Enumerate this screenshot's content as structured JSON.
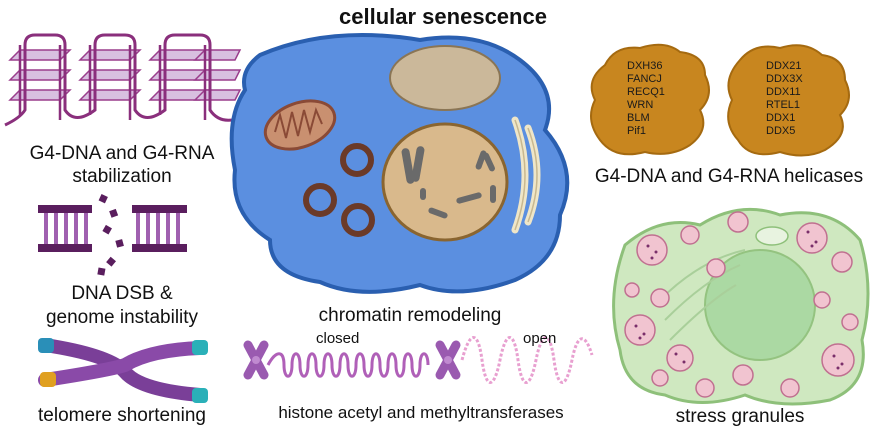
{
  "title": "cellular senescence",
  "labels": {
    "g4_stabilization_line1": "G4-DNA and G4-RNA",
    "g4_stabilization_line2": "stabilization",
    "dsb_line1": "DNA DSB &",
    "dsb_line2": "genome instability",
    "telomere": "telomere shortening",
    "chromatin": "chromatin remodeling",
    "closed": "closed",
    "open": "open",
    "histone": "histone acetyl and methyltransferases",
    "helicases": "G4-DNA and G4-RNA helicases",
    "stress_granules": "stress granules"
  },
  "helicase_groups": [
    [
      "DXH36",
      "FANCJ",
      "RECQ1",
      "WRN",
      "BLM",
      "Pif1"
    ],
    [
      "DDX21",
      "DDX3X",
      "DDX11",
      "RTEL1",
      "DDX1",
      "DDX5"
    ]
  ],
  "colors": {
    "cell": "#5b8fe0",
    "nucleus": "#d9b98c",
    "helicase": "#c8861f",
    "g4": "#9a3d8c",
    "stress_cell": "#cfe8c0",
    "granule": "#f1c4d0",
    "mito": "#8a4a36"
  }
}
